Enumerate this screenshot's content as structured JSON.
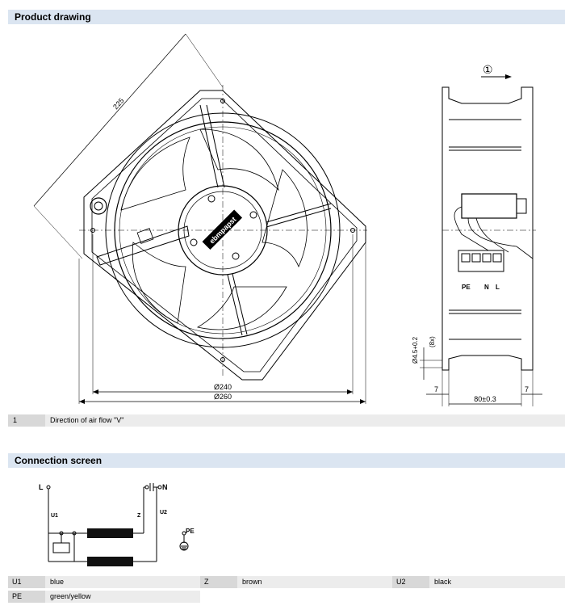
{
  "sections": {
    "drawing_title": "Product drawing",
    "connection_title": "Connection screen"
  },
  "drawing": {
    "dim_diagonal": "225",
    "dim_inner": "Ø240",
    "dim_outer": "Ø260",
    "flow_marker": "①",
    "side_dim_80": "80±0.3",
    "side_dim_7_left": "7",
    "side_dim_7_right": "7",
    "side_dim_hole": "Ø4.5+0.2",
    "side_dim_hole_paren": "(8x)",
    "terminal_labels": [
      "PE",
      "N",
      "L"
    ],
    "logo_text": "ebmpapst"
  },
  "legend": [
    {
      "num": "1",
      "text": "Direction of air flow \"V\""
    }
  ],
  "connection": {
    "labels": {
      "L": "L",
      "N": "N",
      "U1": "U1",
      "Z": "Z",
      "U2": "U2",
      "PE": "PE"
    }
  },
  "wires": [
    {
      "key": "U1",
      "value": "blue"
    },
    {
      "key": "Z",
      "value": "brown"
    },
    {
      "key": "U2",
      "value": "black"
    },
    {
      "key": "PE",
      "value": "green/yellow"
    }
  ]
}
